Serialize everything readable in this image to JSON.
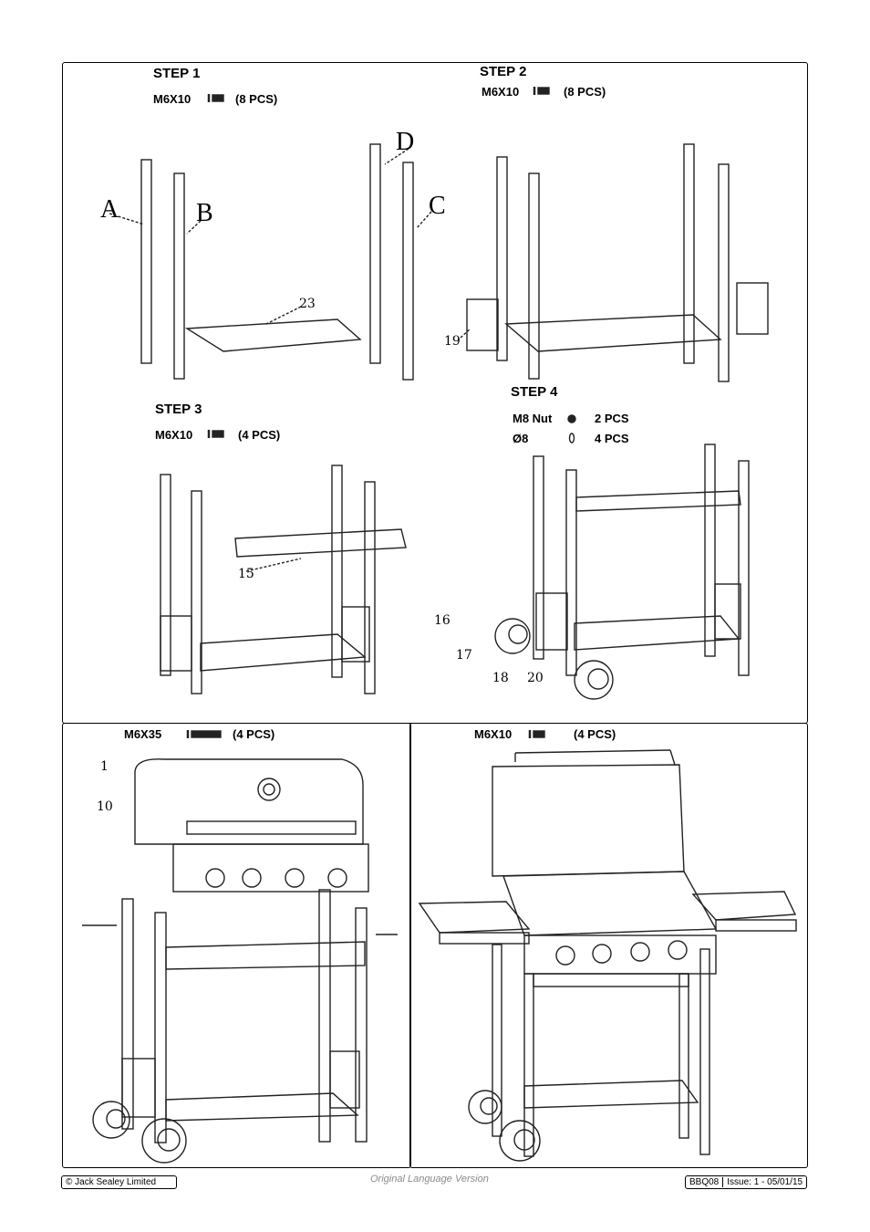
{
  "steps": {
    "step1": {
      "title": "STEP 1",
      "screw": "M6X10",
      "qty": "(8 PCS)",
      "labels": [
        "A",
        "B",
        "C",
        "D"
      ],
      "part": "23"
    },
    "step2": {
      "title": "STEP 2",
      "screw": "M6X10",
      "qty": "(8 PCS)",
      "part": "19"
    },
    "step3": {
      "title": "STEP  3",
      "screw": "M6X10",
      "qty": "(4 PCS)",
      "part": "15"
    },
    "step4": {
      "title": "STEP  4",
      "nut": "M8 Nut",
      "nut_qty": "2  PCS",
      "washer": "Ø8",
      "washer_qty": "4 PCS",
      "parts": [
        "16",
        "17",
        "18",
        "20"
      ]
    },
    "step5": {
      "screw": "M6X35",
      "qty": "(4 PCS)",
      "parts": [
        "1",
        "10"
      ]
    },
    "step6": {
      "screw": "M6X10",
      "qty": "(4 PCS)"
    }
  },
  "footer": {
    "copyright": "© Jack Sealey Limited",
    "language": "Original Language Version",
    "model": "BBQ08",
    "issue": "Issue: 1 - 05/01/15"
  }
}
